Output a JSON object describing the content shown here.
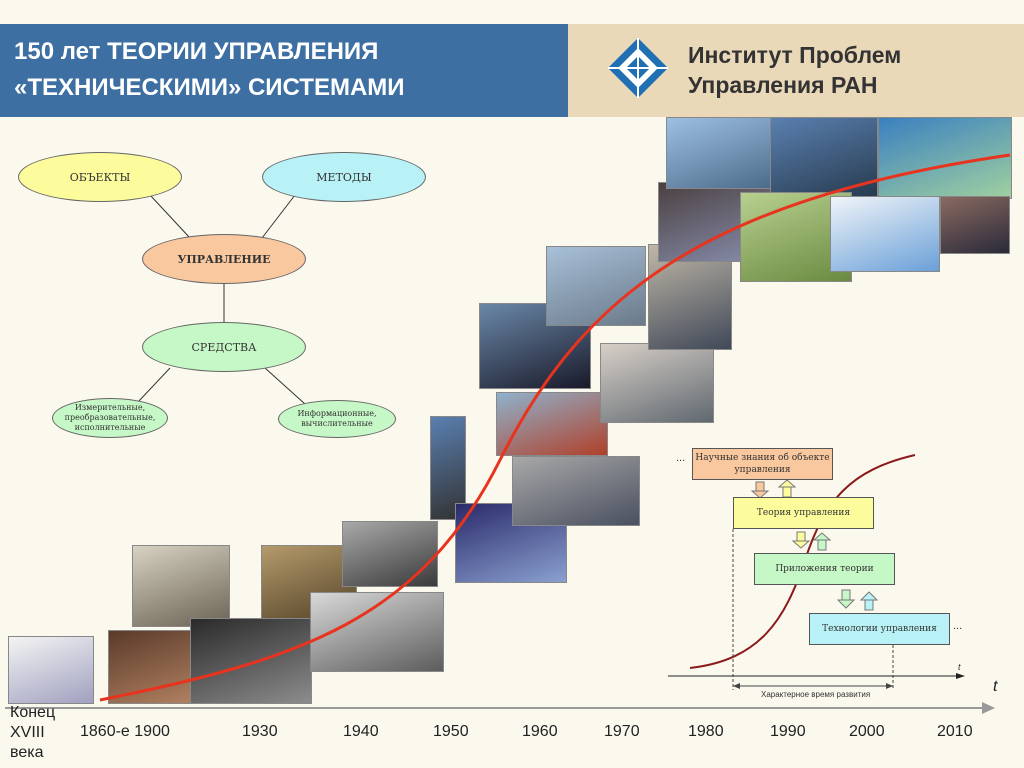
{
  "header": {
    "title_line1": "150 лет ТЕОРИИ УПРАВЛЕНИЯ",
    "title_line2": "«ТЕХНИЧЕСКИМИ» СИСТЕМАМИ",
    "org_line1": "Институт Проблем",
    "org_line2": "Управления РАН",
    "logo_icon": "ipu-ran-logo-icon"
  },
  "diagram": {
    "objects": "ОБЪЕКТЫ",
    "methods": "МЕТОДЫ",
    "control": "УПРАВЛЕНИЕ",
    "means": "СРЕДСТВА",
    "measuring": "Измерительные, преобразовательные, исполнительные",
    "information": "Информационные, вычислительные"
  },
  "timeline": {
    "axis_symbol": "t",
    "start_label": "Конец XVIII века",
    "labels": [
      "1860-е 1900",
      "1930",
      "1940",
      "1950",
      "1960",
      "1970",
      "1980",
      "1990",
      "2000",
      "2010"
    ]
  },
  "inset": {
    "scientific": "Научные знания об объекте управления",
    "theory": "Теория управления",
    "applications": "Приложения теории",
    "technologies": "Технологии управления",
    "ellipsis": "...",
    "t_label": "t",
    "development_time": "Характерное время развития"
  },
  "photos": [
    {
      "name": "watt-governor-photo",
      "colors": [
        "#f4f4f4",
        "#a0a0c0"
      ]
    },
    {
      "name": "locomotive-photo",
      "colors": [
        "#5a3a2a",
        "#b08060"
      ]
    },
    {
      "name": "radio-antenna-photo",
      "colors": [
        "#d7d2c2",
        "#6b6355"
      ]
    },
    {
      "name": "factory-photo",
      "colors": [
        "#2a2a2a",
        "#8c8c8c"
      ]
    },
    {
      "name": "tank-photo",
      "colors": [
        "#b59a6b",
        "#55452a"
      ]
    },
    {
      "name": "katyusha-photo",
      "colors": [
        "#a9a9a9",
        "#3a3a3a"
      ]
    },
    {
      "name": "warship-photo",
      "colors": [
        "#d9d9d9",
        "#5c5c5c"
      ]
    },
    {
      "name": "rocket-photo",
      "colors": [
        "#5a7fb0",
        "#333333"
      ]
    },
    {
      "name": "icebreaker-photo",
      "colors": [
        "#2a2a6a",
        "#8aa0d0"
      ]
    },
    {
      "name": "tanker-photo",
      "colors": [
        "#8fb2cc",
        "#b0402a"
      ]
    },
    {
      "name": "refinery-photo",
      "colors": [
        "#a8a8a8",
        "#4a5060"
      ]
    },
    {
      "name": "submarine-photo",
      "colors": [
        "#6a88a8",
        "#1a1a2a"
      ]
    },
    {
      "name": "jet-fighter-photo",
      "colors": [
        "#a8c0d8",
        "#6a7a8a"
      ]
    },
    {
      "name": "control-room-photo",
      "colors": [
        "#d8d0c8",
        "#606870"
      ]
    },
    {
      "name": "reactor-photo",
      "colors": [
        "#c0b8a8",
        "#404858"
      ]
    },
    {
      "name": "oil-pump-photo",
      "colors": [
        "#4a4040",
        "#8a90b0"
      ]
    },
    {
      "name": "power-plant-photo",
      "colors": [
        "#9ec0e0",
        "#4a6a8a"
      ]
    },
    {
      "name": "power-lines-photo",
      "colors": [
        "#5a80b0",
        "#203040"
      ]
    },
    {
      "name": "earth-satellites-photo",
      "colors": [
        "#3a80c0",
        "#a0d0a0"
      ]
    },
    {
      "name": "map-photo",
      "colors": [
        "#b8d090",
        "#6a8a40"
      ]
    },
    {
      "name": "computer-network-photo",
      "colors": [
        "#f0f4f8",
        "#6aa0d8"
      ]
    },
    {
      "name": "satellite-photo",
      "colors": [
        "#8a6a60",
        "#2a2a3a"
      ]
    }
  ],
  "colors": {
    "title_bg": "#3d6fa2",
    "org_bg": "#ead9b9",
    "curve_red": "#e8331f",
    "inset_curve": "#8b1a1a"
  }
}
